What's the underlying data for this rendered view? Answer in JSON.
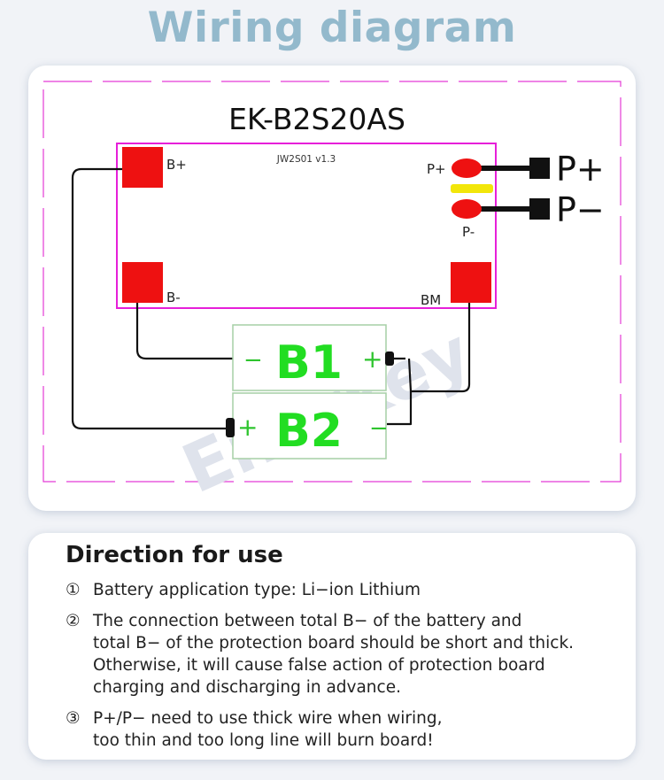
{
  "title": "Wiring diagram",
  "diagram": {
    "model": "EK-B2S20AS",
    "board_version": "JW2S01 v1.3",
    "pads": {
      "b_plus": "B+",
      "b_minus": "B-",
      "bm": "BM",
      "p_plus": "P+",
      "p_minus": "P-"
    },
    "output_labels": {
      "p_plus": "P+",
      "p_minus": "P−"
    },
    "cells": [
      {
        "name": "B1",
        "left_terminal": "−",
        "right_terminal": "+"
      },
      {
        "name": "B2",
        "left_terminal": "+",
        "right_terminal": "−"
      }
    ],
    "watermark": "Enerkey",
    "colors": {
      "pcb_border": "#e61fd9",
      "pad": "#ee1111",
      "cell_text": "#22dd22",
      "fuse_bar": "#f2e60a",
      "title": "#93b9cc"
    }
  },
  "usage": {
    "heading": "Direction for use",
    "items": [
      {
        "num": "①",
        "text": "Battery application type: Li−ion Lithium"
      },
      {
        "num": "②",
        "text": "The connection between total B− of the battery and\ntotal B− of the protection board should be short and thick.\nOtherwise, it will cause false action of protection board\ncharging and discharging in advance."
      },
      {
        "num": "③",
        "text": "P+/P− need to use thick wire when wiring,\ntoo thin and too long line will burn board!"
      }
    ]
  }
}
